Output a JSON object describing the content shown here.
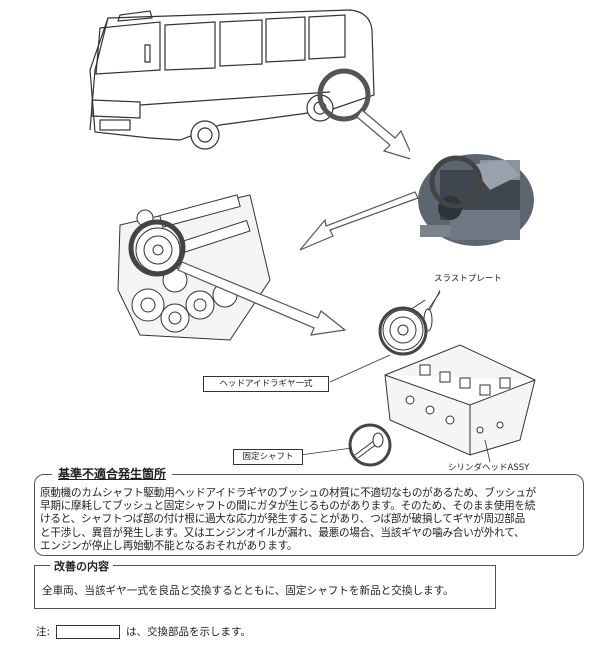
{
  "labels": {
    "thrust_plate": "スラストプレート",
    "head_idler_gear": "ヘッドアイドラギヤ一式",
    "fixed_shaft": "固定シャフト",
    "cylinder_head": "シリンダヘッドASSY"
  },
  "defect": {
    "title": "基準不適合発生箇所",
    "lines": [
      "原動機のカムシャフト駆動用ヘッドアイドラギヤのブッシュの材質に不適切なものがあるため、ブッシュが",
      "早期に摩耗してブッシュと固定シャフトの間にガタが生じるものがあります。そのため、そのまま使用を続",
      "けると、シャフトつば部の付け根に過大な応力が発生することがあり、つば部が破損してギヤが周辺部品",
      "と干渉し、異音が発生します。又はエンジンオイルが漏れ、最悪の場合、当該ギヤの噛み合いが外れて、",
      "エンジンが停止し再始動不能となるおそれがあります。"
    ]
  },
  "improvement": {
    "title": "改善の内容",
    "text": "全車両、当該ギヤ一式を良品と交換するとともに、固定シャフトを新品と交換します。"
  },
  "note": {
    "prefix": "注:",
    "suffix": "は、交換部品を示します。"
  }
}
